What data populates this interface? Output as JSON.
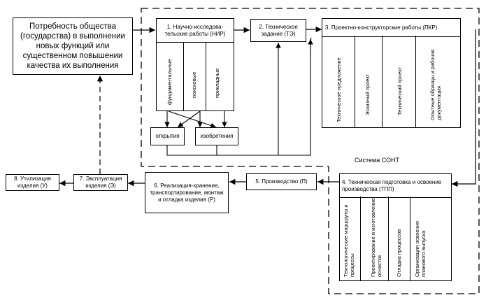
{
  "diagram": {
    "need_box": "Потребность общества (государства) в выполнении новых функций или существенном повышении качества их выполнения",
    "system_label": "Система СОНТ",
    "nir": {
      "title": "1. Научно-исследова-тельские работы (НИР)",
      "columns": [
        "фундаментальные",
        "поисковые",
        "прикладные"
      ]
    },
    "outputs": {
      "discoveries": "открытия",
      "inventions": "изобретения"
    },
    "te": "2. Техническое задание (ТЭ)",
    "pkr": {
      "title": "3. Проектно-конструкторские работы (ПКР)",
      "columns": [
        "Техническое предложение",
        "Эскизный проект",
        "Технический проект",
        "Опытные образцы и рабочая документация"
      ]
    },
    "tpp": {
      "title": "4. Техническая подготовка и освоение производства (ТПП)",
      "columns": [
        "Технологические маршруты и процессы",
        "Проектирование и изготовление оснастки",
        "Отладка процессов",
        "Организация освоения планового выпуска"
      ]
    },
    "production": "5. Производство (П)",
    "realization": "6. Реализация-хранение, транспортирование, монтаж и отладка изделия (Р)",
    "exploitation": "7. Эксплуатация изделия (Э)",
    "utilization": "8. Утилизация изделия (У)"
  }
}
